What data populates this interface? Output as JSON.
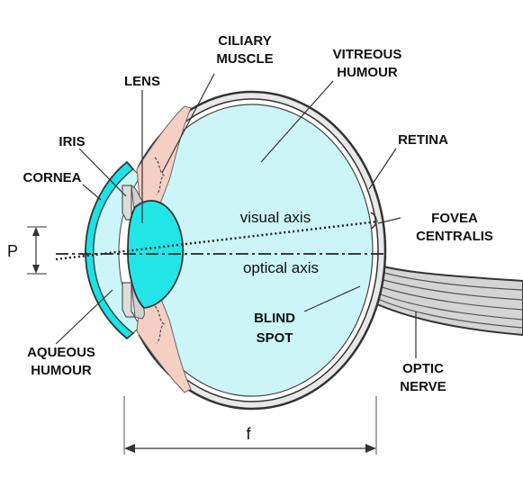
{
  "diagram": {
    "labels": {
      "ciliary_muscle": [
        "CILIARY",
        "MUSCLE"
      ],
      "vitreous_humour": [
        "VITREOUS",
        "HUMOUR"
      ],
      "lens": "LENS",
      "iris": "IRIS",
      "cornea": "CORNEA",
      "retina": "RETINA",
      "fovea_centralis": [
        "FOVEA",
        "CENTRALIS"
      ],
      "blind_spot": [
        "BLIND",
        "SPOT"
      ],
      "aqueous_humour": [
        "AQUEOUS",
        "HUMOUR"
      ],
      "optic_nerve": [
        "OPTIC",
        "NERVE"
      ],
      "visual_axis": "visual axis",
      "optical_axis": "optical axis",
      "p": "P",
      "f": "f"
    },
    "colors": {
      "vitreous": "#ccf5f7",
      "lens_fill": "#22e5e8",
      "cornea_fill": "#19e3e6",
      "aqueous": "#ccf5f7",
      "ciliary": "#f6cfc4",
      "outline": "#333333",
      "nerve_fill": "#cfcfcf",
      "background": "#ffffff"
    }
  }
}
